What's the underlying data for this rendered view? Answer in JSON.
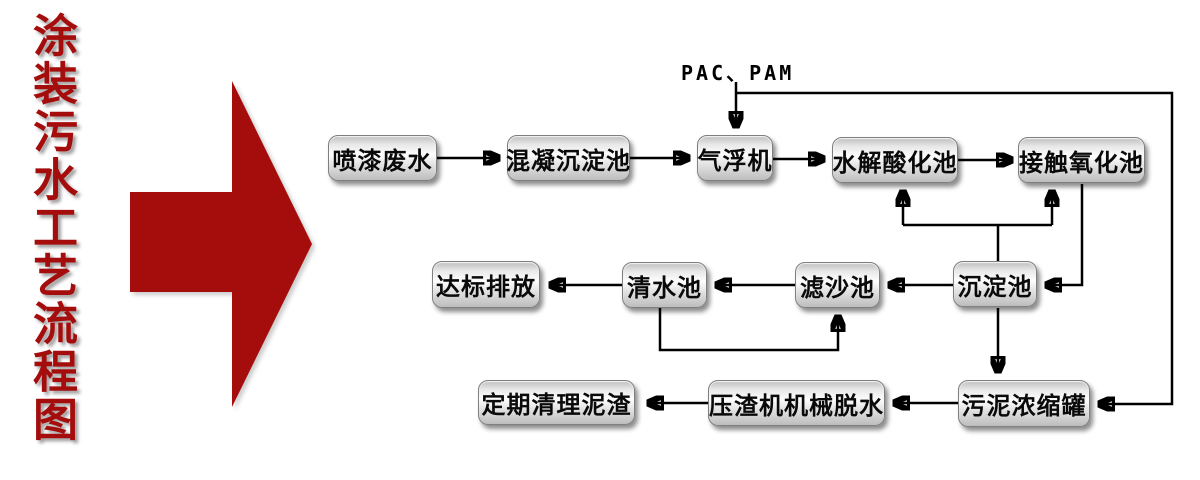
{
  "title": "涂装污水工艺流程图",
  "dosing_label": "PAC、PAM",
  "colors": {
    "accent_red": "#a50d0d",
    "line": "#000000",
    "node_border": "#7f7f7f",
    "node_fill_light": "#fdfdfd",
    "node_fill_dark": "#bdbdbd"
  },
  "nodes": [
    {
      "id": "spray-paint-wastewater",
      "label": "喷漆废水"
    },
    {
      "id": "coagulation-sedimentation-tank",
      "label": "混凝沉淀池"
    },
    {
      "id": "air-flotation-machine",
      "label": "气浮机"
    },
    {
      "id": "hydrolysis-acidification-tank",
      "label": "水解酸化池"
    },
    {
      "id": "contact-oxidation-tank",
      "label": "接触氧化池"
    },
    {
      "id": "sedimentation-tank",
      "label": "沉淀池"
    },
    {
      "id": "sand-filter-tank",
      "label": "滤沙池"
    },
    {
      "id": "clean-water-tank",
      "label": "清水池"
    },
    {
      "id": "standard-discharge",
      "label": "达标排放"
    },
    {
      "id": "sludge-thickening-tank",
      "label": "污泥浓缩罐"
    },
    {
      "id": "slag-press-mechanical-dewatering",
      "label": "压渣机机械脱水"
    },
    {
      "id": "periodic-sludge-removal",
      "label": "定期清理泥渣"
    }
  ],
  "edges": [
    {
      "from": "喷漆废水",
      "to": "混凝沉淀池"
    },
    {
      "from": "混凝沉淀池",
      "to": "气浮机"
    },
    {
      "from": "气浮机",
      "to": "水解酸化池"
    },
    {
      "from": "水解酸化池",
      "to": "接触氧化池"
    },
    {
      "from": "PAC、PAM",
      "to": "气浮机"
    },
    {
      "from": "PAC、PAM",
      "to": "污泥浓缩罐"
    },
    {
      "from": "接触氧化池",
      "to": "沉淀池"
    },
    {
      "from": "沉淀池",
      "to": "水解酸化池"
    },
    {
      "from": "沉淀池",
      "to": "接触氧化池"
    },
    {
      "from": "沉淀池",
      "to": "滤沙池"
    },
    {
      "from": "滤沙池",
      "to": "清水池"
    },
    {
      "from": "清水池",
      "to": "达标排放"
    },
    {
      "from": "清水池",
      "to": "滤沙池"
    },
    {
      "from": "沉淀池",
      "to": "污泥浓缩罐"
    },
    {
      "from": "污泥浓缩罐",
      "to": "压渣机机械脱水"
    },
    {
      "from": "压渣机机械脱水",
      "to": "定期清理泥渣"
    }
  ]
}
